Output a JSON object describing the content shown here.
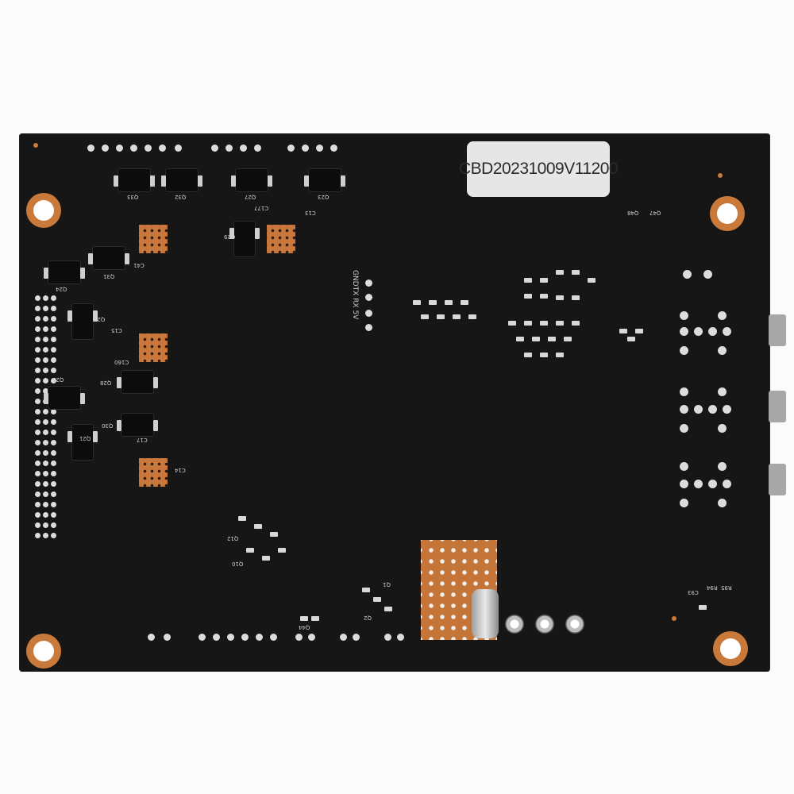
{
  "photo": {
    "subject": "pcb-board-underside",
    "board_color": "#161616",
    "copper_color": "#c97a3b"
  },
  "sticker": {
    "text": "CBD20231009V11200"
  },
  "silkscreen": {
    "uart_label": "GNDTX RX 5V",
    "labels": [
      "Q33",
      "Q32",
      "Q27",
      "Q23",
      "Q29",
      "Q31",
      "Q24",
      "Q22",
      "Q25",
      "Q21",
      "Q28",
      "Q30",
      "C15",
      "C160",
      "C17",
      "C14",
      "C41",
      "C177",
      "C13",
      "Q47",
      "Q48",
      "C93",
      "R94",
      "R95",
      "Q44",
      "Q1",
      "Q2",
      "Q10",
      "Q12"
    ]
  }
}
